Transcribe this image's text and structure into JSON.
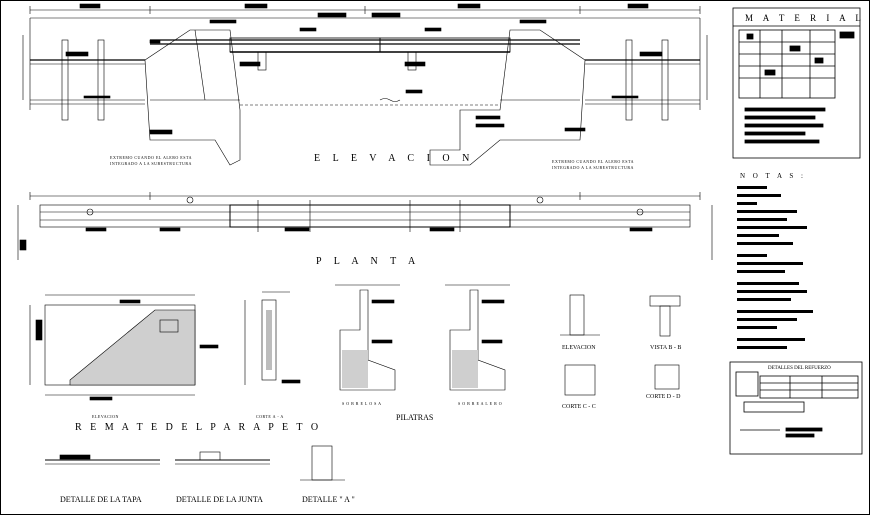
{
  "sheet": {
    "titles": {
      "elevacion": "E L E V A C I O N",
      "planta": "P L A N T A",
      "remate": "R E M A T E   D E L   P A R A P E T O",
      "pilatras": "PILATRAS",
      "detalle_tapa": "DETALLE DE LA TAPA",
      "detalle_junta": "DETALLE DE LA JUNTA",
      "detalle_a": "DETALLE \" A \"",
      "elevacion_small": "ELEVACION",
      "vista_bb": "VISTA B - B",
      "corte_cc": "CORTE C - C",
      "corte_dd": "CORTE D - D"
    },
    "notes": {
      "left_1": "EXTREMO CUANDO EL ALERO ESTA",
      "left_2": "INTEGRADO A LA SUBESTRUCTURA",
      "right_1": "EXTREMO CUANDO EL ALERO ESTA",
      "right_2": "INTEGRADO A LA SUBESTRUCTURA",
      "elevacion_sub": "ELEVACION",
      "corte_aa_sub": "CORTE A - A",
      "sobre_losa": "S O B R E   L O S A",
      "sobre_alero": "S O B R E   A L E R O"
    },
    "panel": {
      "materiales": "M A T E R I A L E S",
      "notas": "N O T A S :",
      "detalles_refuerzo": "DETALLES DEL REFUERZO"
    }
  }
}
